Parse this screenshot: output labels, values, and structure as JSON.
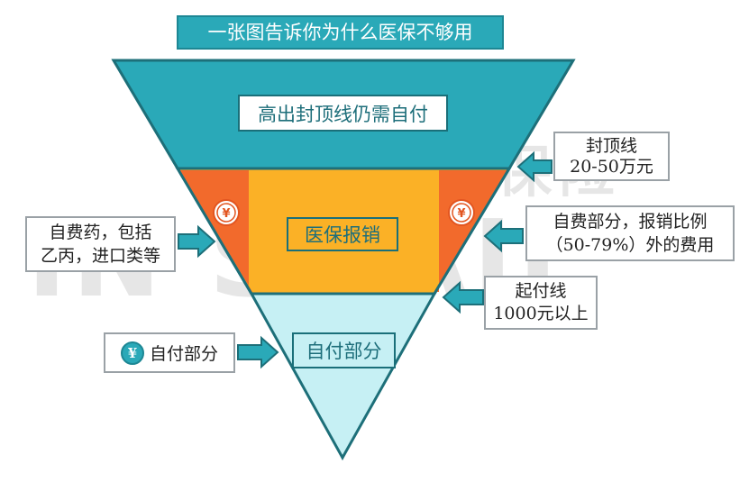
{
  "title": "一张图告诉你为什么医保不够用",
  "watermark": {
    "latin": "IN SNAIL",
    "chinese": "蜗牛保险"
  },
  "layers": {
    "top": "高出封顶线仍需自付",
    "middle": "医保报销",
    "bottom": "自付部分"
  },
  "callouts": {
    "cap": [
      "封顶线",
      "20-50万元"
    ],
    "selfpay_ratio": [
      "自费部分，报销比例",
      "（50-79%）外的费用"
    ],
    "deductible": [
      "起付线",
      "1000元以上"
    ],
    "drugs": [
      "自费药，包括",
      "乙丙，进口类等"
    ],
    "selfpay_legend": "自付部分"
  },
  "coin_symbol": "¥",
  "colors": {
    "teal": "#2aa9b8",
    "teal_dark": "#1d8794",
    "light_teal": "#c6f0f4",
    "orange_red": "#f26a2c",
    "amber": "#fbb126"
  }
}
